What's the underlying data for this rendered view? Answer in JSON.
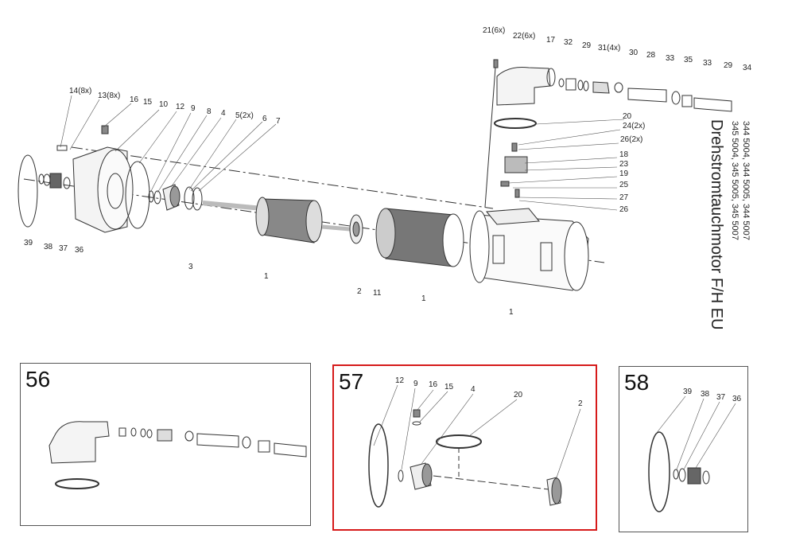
{
  "title": {
    "main": "Drehstromtauchmotor F/H EU",
    "models_line1": "344 5004, 344 5005, 344 5007",
    "models_line2": "345 5004, 345 5005, 345 5007"
  },
  "main_labels": [
    "14(8x)",
    "13(8x)",
    "16",
    "15",
    "10",
    "12",
    "9",
    "8",
    "4",
    "5(2x)",
    "6",
    "7",
    "39",
    "38",
    "37",
    "36",
    "3",
    "1",
    "2",
    "11",
    "1",
    "1"
  ],
  "top_labels": [
    "21(6x)",
    "22(6x)",
    "17",
    "32",
    "29",
    "31(4x)",
    "30",
    "28",
    "33",
    "35",
    "33",
    "29",
    "34"
  ],
  "side_labels": [
    "20",
    "24(2x)",
    "26(2x)",
    "18",
    "23",
    "19",
    "25",
    "27",
    "26"
  ],
  "kits": [
    {
      "number": "56",
      "labels": []
    },
    {
      "number": "57",
      "selected": true,
      "labels": [
        "12",
        "9",
        "16",
        "15",
        "4",
        "20",
        "2"
      ]
    },
    {
      "number": "58",
      "labels": [
        "39",
        "38",
        "37",
        "36"
      ]
    }
  ],
  "colors": {
    "selection": "#d61a1a",
    "line": "#333333"
  }
}
